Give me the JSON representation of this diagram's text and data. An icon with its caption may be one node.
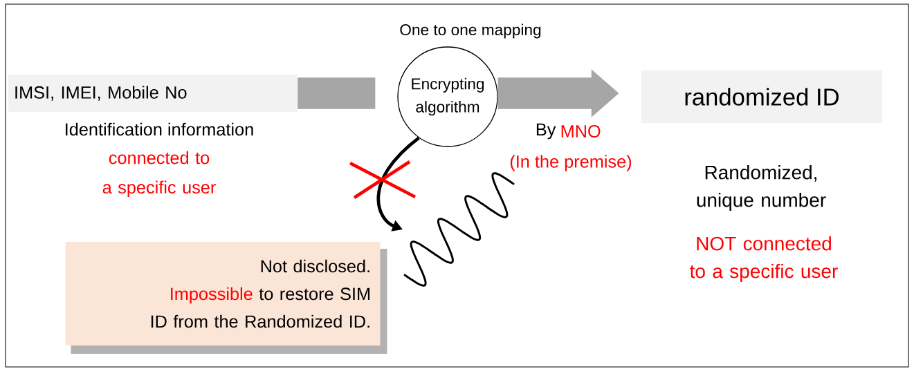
{
  "diagram": {
    "nodes": [
      {
        "text": [
          "IMSI, IMEI, Mobile No"
        ]
      },
      {
        "text": [
          "Encrypting algorithm"
        ]
      },
      {
        "text": [
          "randomized ID"
        ]
      },
      {
        "text": [],
        "shape": "wave"
      },
      {
        "text": [
          "Not disclosed.",
          "Impossible",
          "to restore SIM ID from the Randomized ID."
        ]
      }
    ],
    "edges": [
      {
        "from": 0,
        "to": 1,
        "arrow": "none",
        "color": "#a6a6a6"
      },
      {
        "from": 1,
        "to": 2,
        "arrow": "to",
        "color": "#a6a6a6"
      },
      {
        "from": 1,
        "to": 3,
        "arrow": "to",
        "color": "#000000"
      }
    ],
    "labels": [
      "One to one mapping",
      "Identification information",
      "connected to a specific user",
      "By",
      "MNO",
      "(In the premise)",
      "Randomized, unique number",
      "NOT connected to a specific user"
    ]
  }
}
